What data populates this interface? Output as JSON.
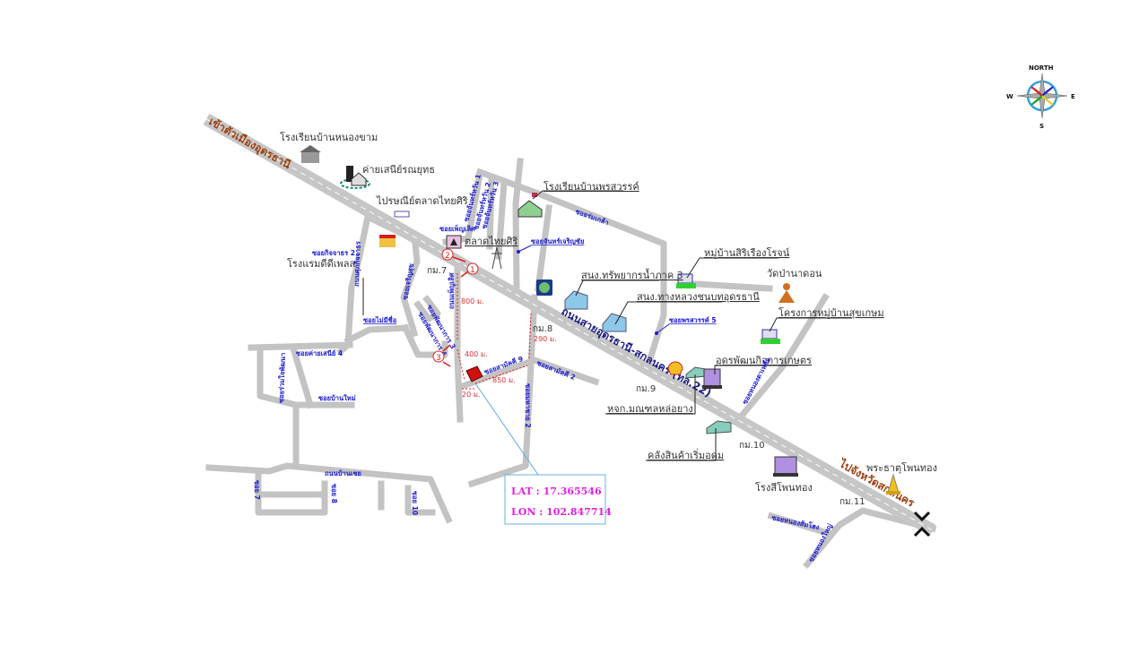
{
  "main_road": {
    "name": "ถนนสายอุดรธานี-สกลนคร (ทล.22)",
    "to_city": "เข้าตัวเมืองอุดรธานี",
    "to_sakon": "ไปจังหวัดสกลนคร"
  },
  "landmarks": {
    "school_nongkham": "โรงเรียนบ้านหนองขาม",
    "camp": "ค่ายเสนีย์รณยุทธ",
    "post_office": "ไปรษณีย์ตลาดไทยศิริ",
    "hotel": "โรงแรมดีดีเพลส",
    "market": "ตลาดไทยศิริ",
    "school_pornsawan": "โรงเรียนบ้านพรสวรรค์",
    "water_office": "สนง.ทรัพยากรน้ำภาค 3",
    "highway_office": "สนง.ทางหลวงชนบทอุดรธานี",
    "village_siri": "หมู่บ้านสิริเรืองโรจน์",
    "wat": "วัดป่านาดอน",
    "housing_project": "โครงการหมู่บ้านสุขเกษม",
    "udon_agri": "อุดรพัฒนกิจการเกษตร",
    "rubber_shop": "หจก.มณฑลหล่อยาง",
    "warehouse": "คลังสินค้าเริ่มอุดม",
    "paint_factory": "โรงสีโพนทอง",
    "pagoda": "พระธาตุโพนทอง"
  },
  "streets": {
    "s1": "ซอยจันทร์หวัน 1",
    "s2": "ซอยจันทร์หวัน 2",
    "s3": "ซอยจันทร์หวัน 3",
    "penlert": "ซอยเพ็ญเลิศ",
    "chanjaroen": "ซอยจันทร์เจริญชัย",
    "romklao": "ซอยร่มเกล้า",
    "pornsawan5": "ซอยพรสวรรค์ 5",
    "kitjathorn2": "ซอยกิจจาธร 2",
    "supakit": "ถนนศุภกิจจาธร",
    "noname": "ซอยไม่มีชื่อ",
    "khaisenee4": "ซอยค่ายเสนีย์ 4",
    "ruamjai": "ซอยร่วมใจพัฒนา",
    "banmai": "ซอยบ้านใหม่",
    "banchoei": "ถนนบ้านเชย",
    "soi7": "ซอย 7",
    "soi8": "ซอย 8",
    "soi10": "ซอย 10",
    "samakkhi9": "ซอยสามัคคี 9",
    "samakkhi2": "ซอยสามัคคี 2",
    "mahachai2": "ซอยมหาชาย 2",
    "penlert_road": "ถนนเพ็ญเลิศ",
    "jaroensuk": "ซอยเจริญสุข",
    "pattana3": "ซอยพัฒนาการ 3",
    "pattana4": "ซอยพัฒนาการ 4",
    "nongsomhong": "ซอยหนองส้มโฮง",
    "nongtao": "ซอยหนองตาเหลือ",
    "nongyai": "ซอยหนองใหญ่"
  },
  "km_markers": [
    "กม.7",
    "กม.8",
    "กม.9",
    "กม.10",
    "กม.11"
  ],
  "distances": {
    "d800": "800 ม.",
    "d400": "400 ม.",
    "d290": "290 ม.",
    "d850": "850 ม.",
    "d20": "20 ม."
  },
  "steps": [
    "1",
    "2",
    "3"
  ],
  "location": {
    "lat": "LAT : 17.365546",
    "lon": "LON : 102.847714"
  },
  "compass": {
    "n": "NORTH",
    "s": "S",
    "w": "W",
    "e": "E"
  },
  "colors": {
    "road": "#c3c3c3",
    "street_label": "#1a1ad0",
    "distance": "#e03030",
    "coords": "#e020e0",
    "target": "#d01010"
  }
}
